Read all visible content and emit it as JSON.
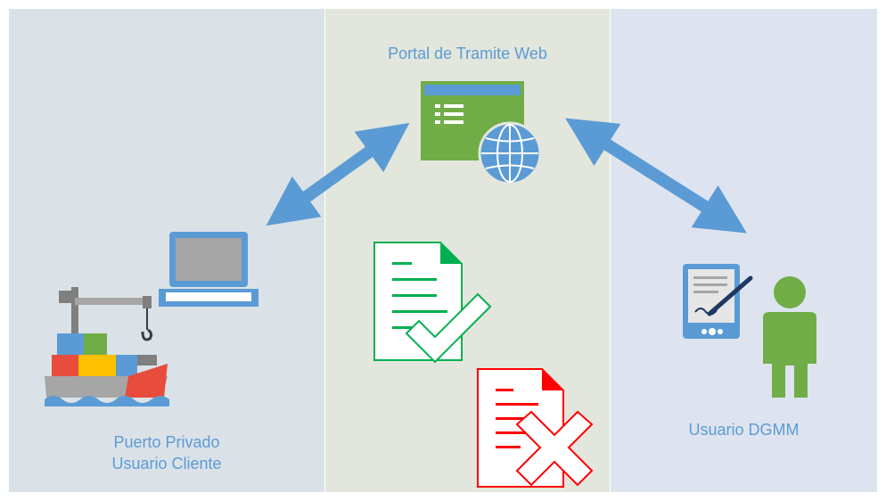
{
  "panels": {
    "left": {
      "line1": "Puerto Privado",
      "line2": "Usuario Cliente"
    },
    "middle": {
      "title": "Portal de Tramite Web"
    },
    "right": {
      "title": "Usuario DGMM"
    }
  },
  "icons": {
    "portal": "web-portal-icon",
    "laptop": "laptop-icon",
    "ship": "container-ship-icon",
    "approved": "approved-document-icon",
    "rejected": "rejected-document-icon",
    "tablet": "tablet-signature-icon",
    "user": "user-person-icon",
    "arrow_left": "bidirectional-arrow-icon",
    "arrow_right": "bidirectional-arrow-icon"
  },
  "colors": {
    "panel_left": "#dbe2e7",
    "panel_middle": "#e2e6dc",
    "panel_right": "#dde4ef",
    "label": "#5b9bd5",
    "arrow": "#5b9bd5",
    "green": "#70ad47",
    "red": "#ff0000",
    "approved_green": "#00b050"
  }
}
